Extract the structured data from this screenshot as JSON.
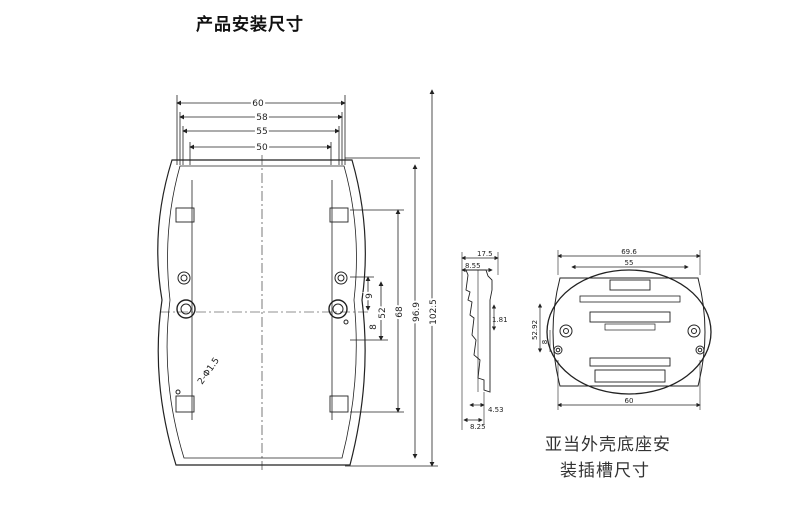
{
  "title": "产品安装尺寸",
  "front_view": {
    "widths": [
      "60",
      "58",
      "55",
      "50"
    ],
    "heights": [
      "9",
      "52",
      "68",
      "96.9",
      "102.5"
    ],
    "small_dims": [
      "8"
    ],
    "hole_label": "2-Φ1.5"
  },
  "side_view": {
    "dims": [
      "17.5",
      "8.55",
      "1.81",
      "4.53",
      "8.25"
    ]
  },
  "base_view": {
    "dims": [
      "69.6",
      "55",
      "60",
      "52.92",
      "8"
    ]
  },
  "caption": {
    "line1": "亚当外壳底座安",
    "line2": "装插槽尺寸"
  }
}
